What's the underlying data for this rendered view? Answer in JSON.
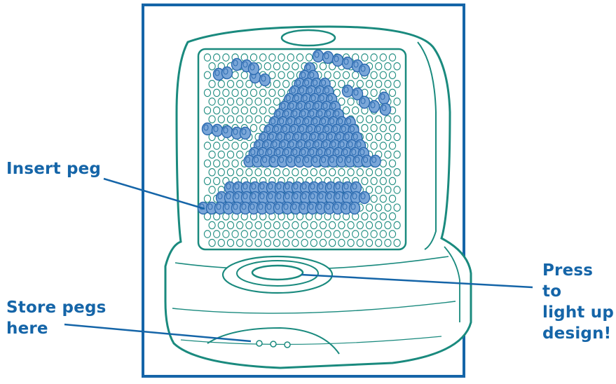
{
  "labels": {
    "insert_peg": "Insert peg",
    "store_pegs": [
      "Store pegs",
      "here"
    ],
    "press_light": [
      "Press to",
      "light up",
      "design!"
    ]
  },
  "colors": {
    "frame": "#1565a8",
    "body_outline": "#1a8a7e",
    "peg_fill": "#7aa6d8",
    "peg_stroke": "#2a6ab0",
    "callout_text": "#1565a8"
  },
  "icons": {
    "peg_board": "peg-grid-icon",
    "light_button": "oval-button-icon",
    "storage_holes": "storage-holes-icon"
  }
}
